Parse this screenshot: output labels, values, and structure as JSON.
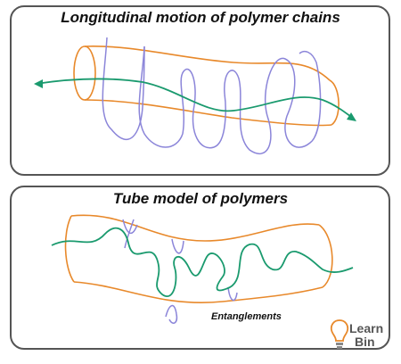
{
  "diagram": {
    "top_title": "Longitudinal motion of polymer chains",
    "bottom_title": "Tube model of polymers",
    "entanglements_label": "Entanglements"
  },
  "logo": {
    "line1": "Learn",
    "line2": "Bin"
  },
  "colors": {
    "tube": "#E8892B",
    "chain": "#1A9A6E",
    "crossing_chain": "#8B85D9",
    "panel_border": "#555555"
  }
}
